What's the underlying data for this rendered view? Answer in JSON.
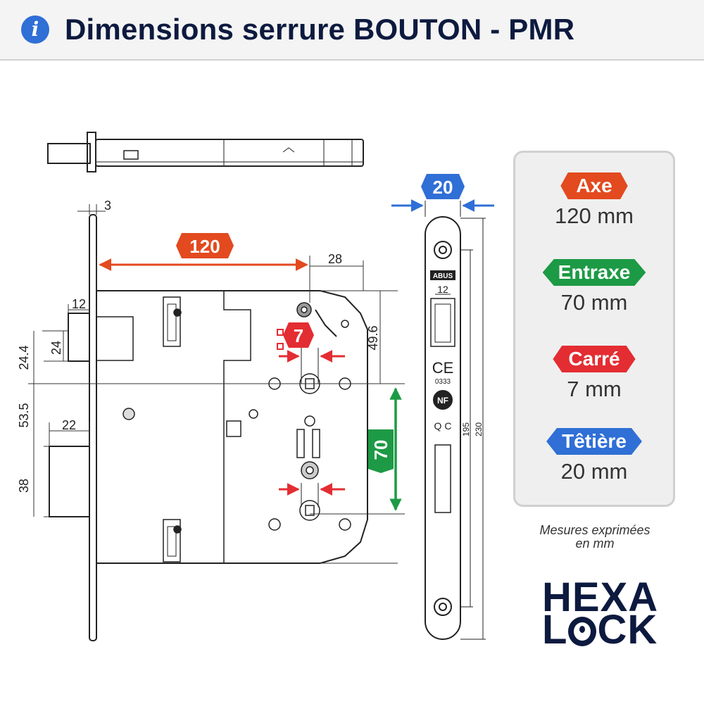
{
  "header": {
    "title": "Dimensions serrure BOUTON - PMR",
    "icon": "info-icon",
    "icon_glyph": "i"
  },
  "drawing": {
    "dimensions": {
      "axe": "120",
      "carre": "7",
      "entraxe": "70",
      "tetiere": "20",
      "d_3": "3",
      "d_28": "28",
      "d_12_left": "12",
      "d_24": "24",
      "d_24_4": "24.4",
      "d_49_6": "49.6",
      "d_53_5": "53.5",
      "d_22": "22",
      "d_38": "38",
      "d_12_face": "12",
      "d_195": "195",
      "d_230": "230"
    },
    "faceplate_marks": {
      "brand": "ABUS",
      "ce": "CE",
      "ce_number": "0333",
      "nf": "NF",
      "qc": "Q C"
    }
  },
  "specs": [
    {
      "label": "Axe",
      "value": "120 mm",
      "color": "#e34a1f"
    },
    {
      "label": "Entraxe",
      "value": "70 mm",
      "color": "#1d9a45"
    },
    {
      "label": "Carré",
      "value": "7 mm",
      "color": "#e32d32"
    },
    {
      "label": "Têtière",
      "value": "20 mm",
      "color": "#2f6fd6"
    }
  ],
  "note": {
    "line1": "Mesures exprimées",
    "line2": "en mm"
  },
  "logo": {
    "line1": "HEXA",
    "line2_start": "L",
    "line2_end": "CK"
  },
  "colors": {
    "axe": "#e34a1f",
    "entraxe": "#1d9a45",
    "carre": "#e32d32",
    "tetiere": "#2f6fd6",
    "title": "#0d1a3f"
  }
}
